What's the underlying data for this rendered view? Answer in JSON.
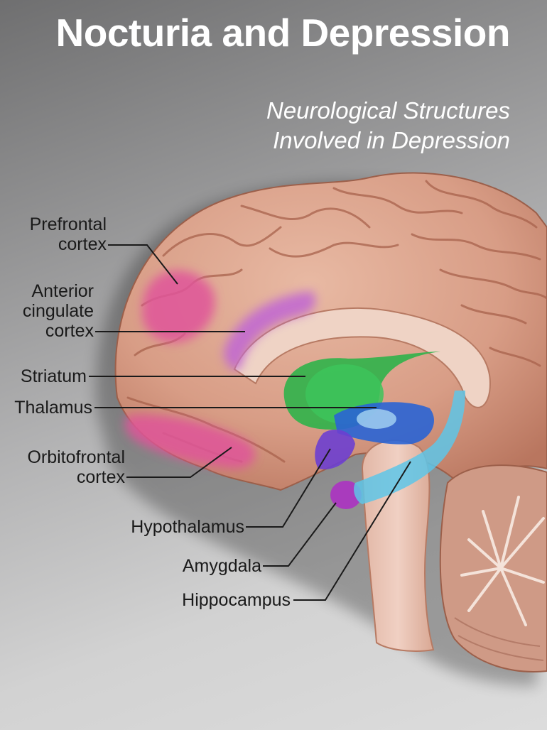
{
  "title": "Nocturia and Depression",
  "subtitle": {
    "line1": "Neurological Structures",
    "line2": "Involved in Depression"
  },
  "labels": {
    "prefrontal": {
      "line1": "Prefrontal",
      "line2": "cortex"
    },
    "anterior_cingulate": {
      "line1": "Anterior",
      "line2": "cingulate",
      "line3": "cortex"
    },
    "striatum": "Striatum",
    "thalamus": "Thalamus",
    "orbitofrontal": {
      "line1": "Orbitofrontal",
      "line2": "cortex"
    },
    "hypothalamus": "Hypothalamus",
    "amygdala": "Amygdala",
    "hippocampus": "Hippocampus"
  },
  "colors": {
    "brain_tissue": "#d89d86",
    "prefrontal": "#e0559a",
    "cingulate": "#c26ad0",
    "striatum": "#2fb24a",
    "thalamus": "#2a64d4",
    "hypothalamus": "#6d3fd0",
    "amygdala": "#a93bbd",
    "hippocampus": "#5ec6e8",
    "leader_line": "#1a1a1a"
  }
}
